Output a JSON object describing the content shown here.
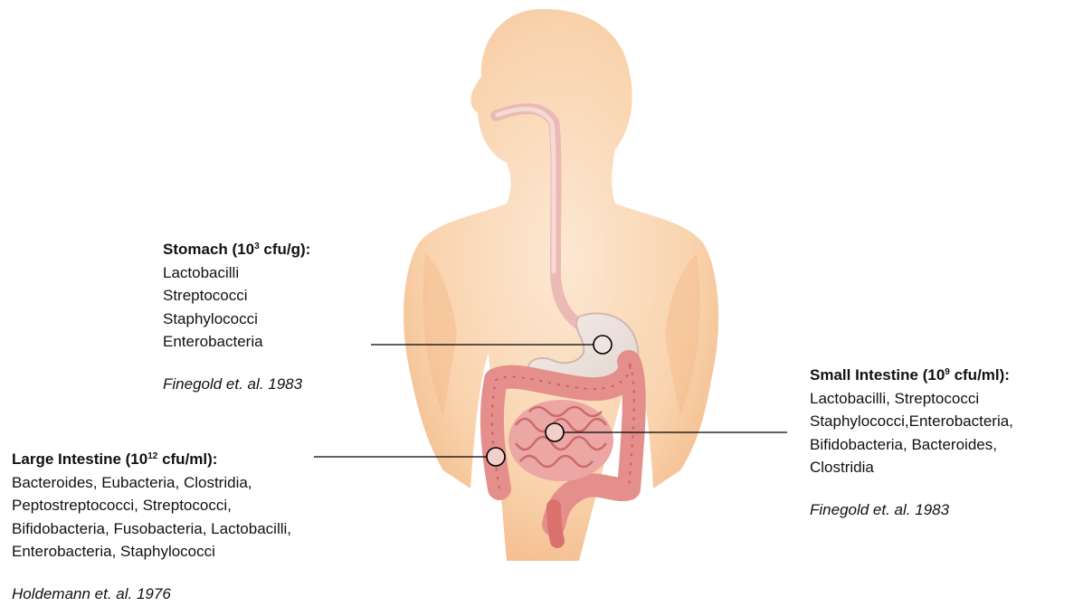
{
  "colors": {
    "skin": "#f8cfa6",
    "skin_dark": "#f2b482",
    "esophagus": "#f0c2bd",
    "intestine": "#e8938e",
    "intestine_dark": "#c65b5b",
    "marker_fill": "#f3dcd6",
    "pointer_line": "#000000"
  },
  "stomach": {
    "heading": "Stomach (10",
    "exponent": "3",
    "unit": " cfu/g):",
    "organisms": [
      "Lactobacilli",
      "Streptococci",
      "Staphylococci",
      "Enterobacteria"
    ],
    "citation": "Finegold et. al. 1983"
  },
  "small_intestine": {
    "heading": "Small Intestine (10",
    "exponent": "9",
    "unit": " cfu/ml):",
    "organisms": [
      "Lactobacilli, Streptococci",
      "Staphylococci,Enterobacteria,",
      "Bifidobacteria, Bacteroides,",
      "Clostridia"
    ],
    "citation": "Finegold et. al. 1983"
  },
  "large_intestine": {
    "heading": "Large Intestine (10",
    "exponent": "12",
    "unit": " cfu/ml):",
    "organisms": [
      "Bacteroides, Eubacteria, Clostridia,",
      "Peptostreptococci, Streptococci,",
      "Bifidobacteria, Fusobacteria, Lactobacilli,",
      "Enterobacteria, Staphylococci"
    ],
    "citation": "Holdemann et. al. 1976"
  }
}
